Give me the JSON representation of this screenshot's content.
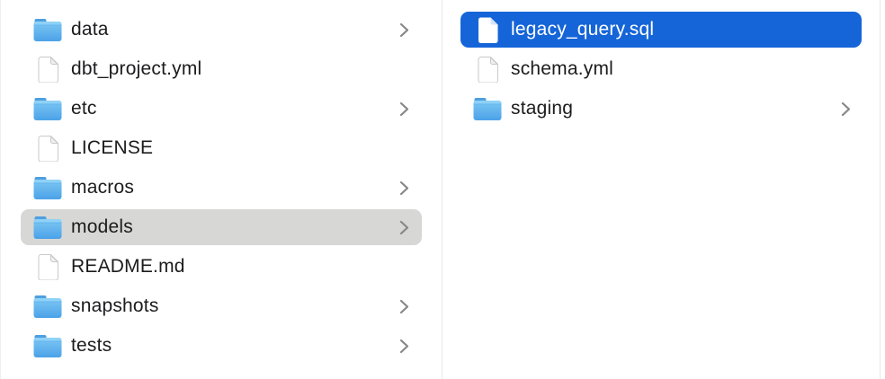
{
  "view": "finder-column-browser",
  "colors": {
    "selection_blue": "#1565d8",
    "selection_gray": "#d7d7d5",
    "divider": "#e8e8e8",
    "text": "#1c1c1e",
    "text_selected": "#ffffff",
    "chevron": "#87878a",
    "folder_tab": "#4e9fe0",
    "folder_top": "#7ec8f4",
    "folder_bottom": "#4ba2e8",
    "folder_lip": "#8fd2f7",
    "file_border": "#c9c9c9",
    "file_fold": "#f0f0f0",
    "file_fold_selected": "#d4e4fa"
  },
  "columns": [
    {
      "name": "parent-column",
      "items": [
        {
          "label": "data",
          "type": "folder",
          "chevron": true,
          "selected": "none"
        },
        {
          "label": "dbt_project.yml",
          "type": "file",
          "chevron": false,
          "selected": "none"
        },
        {
          "label": "etc",
          "type": "folder",
          "chevron": true,
          "selected": "none"
        },
        {
          "label": "LICENSE",
          "type": "file",
          "chevron": false,
          "selected": "none"
        },
        {
          "label": "macros",
          "type": "folder",
          "chevron": true,
          "selected": "none"
        },
        {
          "label": "models",
          "type": "folder",
          "chevron": true,
          "selected": "inactive"
        },
        {
          "label": "README.md",
          "type": "file",
          "chevron": false,
          "selected": "none"
        },
        {
          "label": "snapshots",
          "type": "folder",
          "chevron": true,
          "selected": "none"
        },
        {
          "label": "tests",
          "type": "folder",
          "chevron": true,
          "selected": "none"
        }
      ]
    },
    {
      "name": "models-column",
      "items": [
        {
          "label": "legacy_query.sql",
          "type": "file",
          "chevron": false,
          "selected": "active"
        },
        {
          "label": "schema.yml",
          "type": "file",
          "chevron": false,
          "selected": "none"
        },
        {
          "label": "staging",
          "type": "folder",
          "chevron": true,
          "selected": "none"
        }
      ]
    }
  ]
}
